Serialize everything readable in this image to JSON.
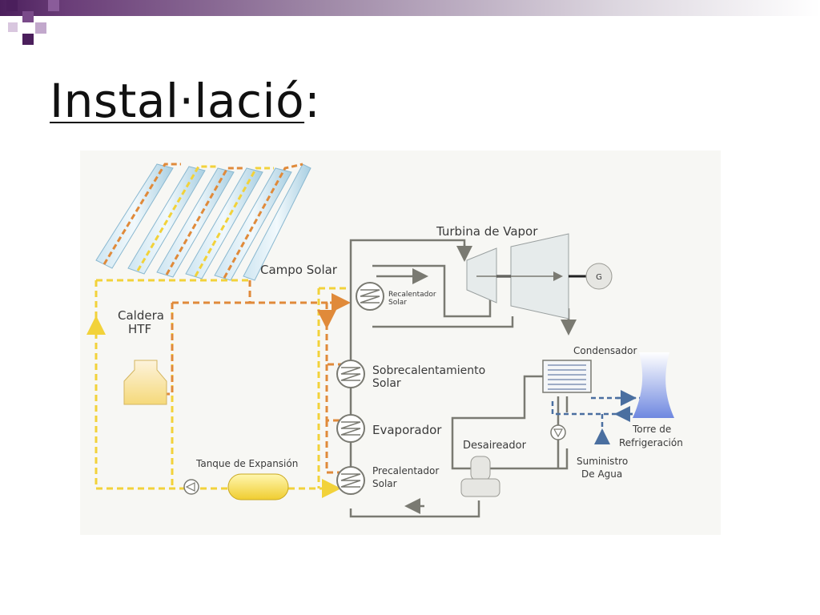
{
  "slide": {
    "title": "Instal·lació",
    "title_suffix": ":"
  },
  "diagram": {
    "labels": {
      "campo_solar": "Campo Solar",
      "turbina": "Turbina de Vapor",
      "caldera_line1": "Caldera",
      "caldera_line2": "HTF",
      "recalentador_line1": "Recalentador",
      "recalentador_line2": "Solar",
      "sobrecalentamiento_line1": "Sobrecalentamiento",
      "sobrecalentamiento_line2": "Solar",
      "evaporador": "Evaporador",
      "precalentador_line1": "Precalentador",
      "precalentador_line2": "Solar",
      "tanque": "Tanque de Expansión",
      "desaireador": "Desaireador",
      "condensador": "Condensador",
      "torre_line1": "Torre de",
      "torre_line2": "Refrigeración",
      "suministro_line1": "Suministro",
      "suministro_line2": "De Agua",
      "generator": "G"
    },
    "colors": {
      "htf_hot": "#e08a3a",
      "htf_cold": "#f2d23a",
      "steam": "#7a7a72",
      "cooling": "#4a6fa0",
      "accent": "#4b1f5c"
    }
  }
}
